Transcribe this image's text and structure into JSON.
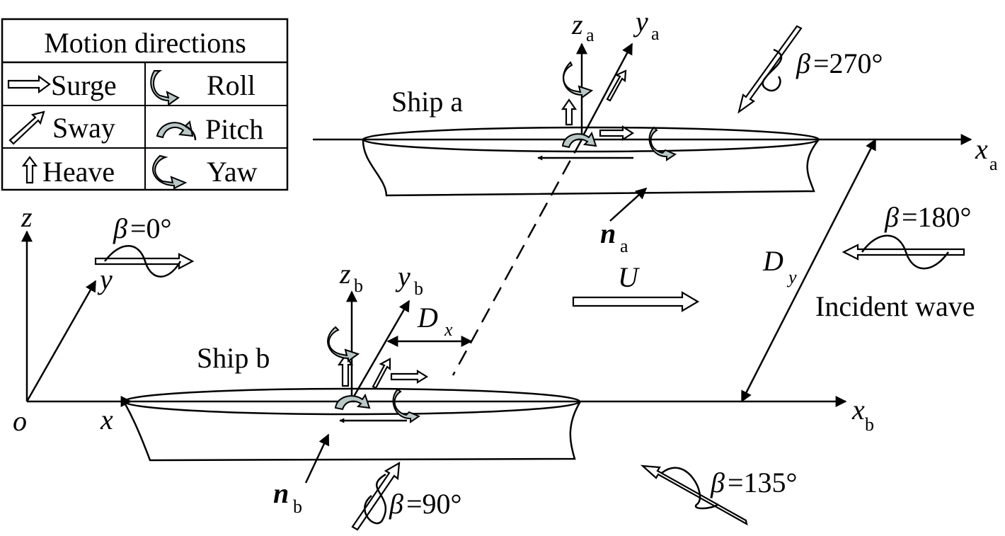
{
  "legend": {
    "title": "Motion directions",
    "items": [
      {
        "label": "Surge",
        "icon": "hollow-right-arrow"
      },
      {
        "label": "Roll",
        "icon": "roll-rotation-arrow"
      },
      {
        "label": "Sway",
        "icon": "hollow-diagonal-arrow"
      },
      {
        "label": "Pitch",
        "icon": "pitch-rotation-arrow"
      },
      {
        "label": "Heave",
        "icon": "hollow-up-arrow"
      },
      {
        "label": "Yaw",
        "icon": "yaw-rotation-arrow"
      }
    ]
  },
  "global_axes": {
    "origin": "o",
    "x": "x",
    "y": "y",
    "z": "z"
  },
  "ship_a": {
    "name": "Ship a",
    "x_axis": "x",
    "x_sub": "a",
    "y_axis": "y",
    "y_sub": "a",
    "z_axis": "z",
    "z_sub": "a",
    "normal": "n",
    "normal_sub": "a"
  },
  "ship_b": {
    "name": "Ship b",
    "x_axis": "x",
    "x_sub": "b",
    "y_axis": "y",
    "y_sub": "b",
    "z_axis": "z",
    "z_sub": "b",
    "normal": "n",
    "normal_sub": "b"
  },
  "spacing": {
    "dx": "D",
    "dx_sub": "x",
    "dy": "D",
    "dy_sub": "y"
  },
  "speed": {
    "label": "U"
  },
  "incident_wave": {
    "label": "Incident wave"
  },
  "waves": [
    {
      "symbol": "β",
      "value": "=0°"
    },
    {
      "symbol": "β",
      "value": "=90°"
    },
    {
      "symbol": "β",
      "value": "=135°"
    },
    {
      "symbol": "β",
      "value": "=180°"
    },
    {
      "symbol": "β",
      "value": "=270°"
    }
  ]
}
